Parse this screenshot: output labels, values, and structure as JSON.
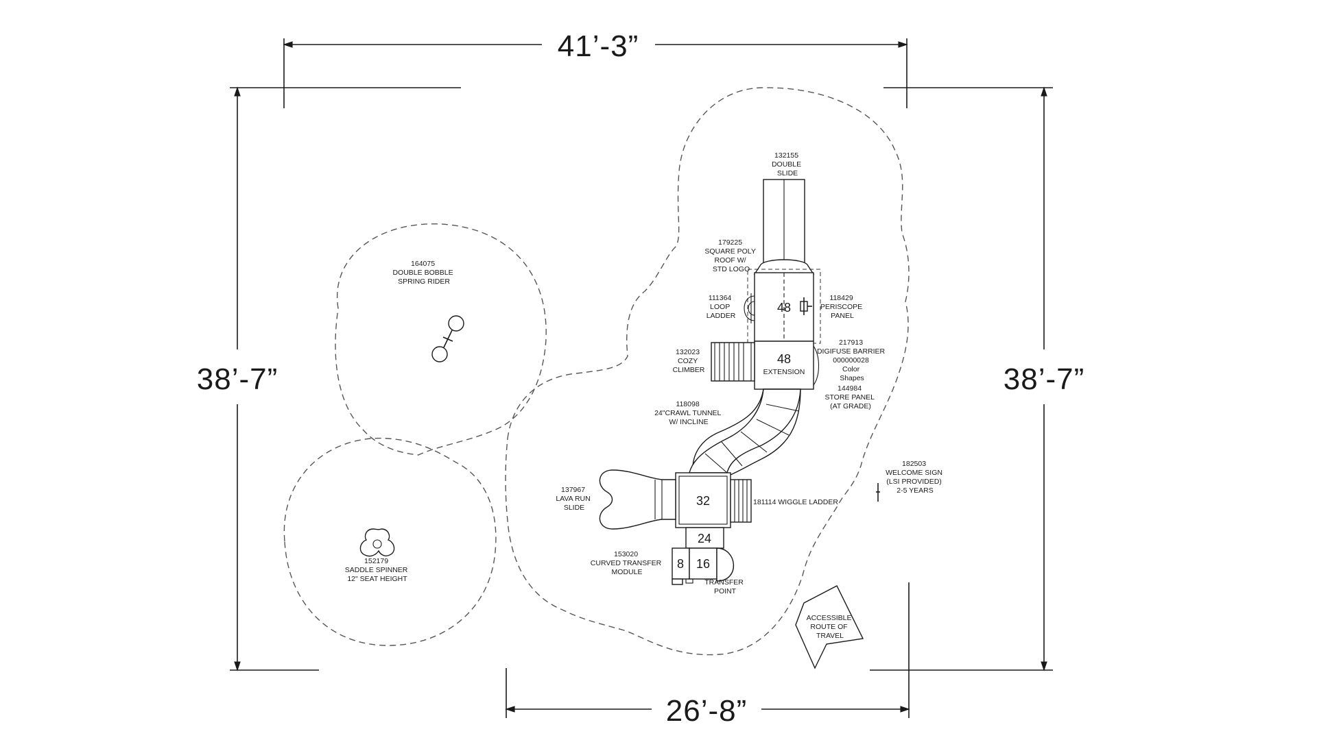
{
  "dimensions": {
    "top": "41’-3”",
    "left": "38’-7”",
    "right": "38’-7”",
    "bottom": "26’-8”"
  },
  "components": {
    "double_slide": [
      "132155",
      "DOUBLE",
      "SLIDE"
    ],
    "roof": [
      "179225",
      "SQUARE POLY",
      "ROOF W/",
      "STD LOGO"
    ],
    "loop_ladder": [
      "111364",
      "LOOP",
      "LADDER"
    ],
    "periscope": [
      "118429",
      "PERISCOPE",
      "PANEL"
    ],
    "cozy_climber": [
      "132023",
      "COZY",
      "CLIMBER"
    ],
    "digifuse": [
      "217913",
      "DIGIFUSE BARRIER",
      "000000028",
      "Color",
      "Shapes"
    ],
    "store_panel": [
      "144984",
      "STORE PANEL",
      "(AT GRADE)"
    ],
    "crawl_tunnel": [
      "118098",
      "24\"CRAWL TUNNEL",
      "W/ INCLINE"
    ],
    "welcome_sign": [
      "182503",
      "WELCOME SIGN",
      "(LSI PROVIDED)",
      "2-5 YEARS"
    ],
    "lava_run": [
      "137967",
      "LAVA RUN",
      "SLIDE"
    ],
    "wiggle_ladder": [
      "181114 WIGGLE LADDER"
    ],
    "transfer_module": [
      "153020",
      "CURVED TRANSFER",
      "MODULE"
    ],
    "transfer_point": [
      "TRANSFER",
      "POINT"
    ],
    "spring_rider": [
      "164075",
      "DOUBLE BOBBLE",
      "SPRING RIDER"
    ],
    "saddle_spinner": [
      "152179",
      "SADDLE SPINNER",
      "12\" SEAT HEIGHT"
    ],
    "accessible_route": [
      "ACCESSIBLE",
      "ROUTE OF",
      "TRAVEL"
    ]
  },
  "deck_heights": {
    "top_deck": "48",
    "extension_number": "48",
    "extension_label": "EXTENSION",
    "lower_deck": "32",
    "step_24": "24",
    "step_8": "8",
    "step_16": "16"
  }
}
